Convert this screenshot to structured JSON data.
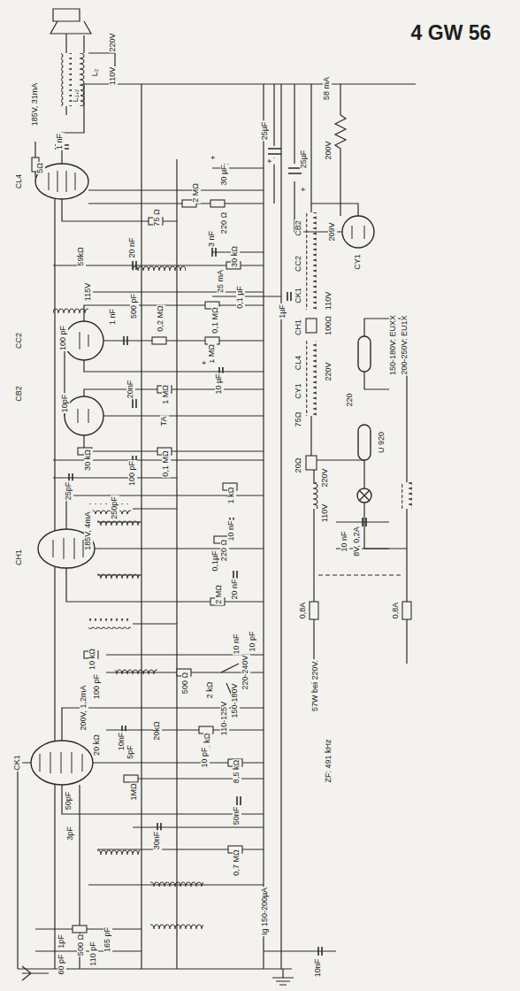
{
  "diagram": {
    "title": "4 GW 56",
    "labels": [
      "CL4",
      "185V, 31mA",
      "1 nF",
      "5Ω",
      "220V",
      "L₂",
      "110V",
      "L₁₊₂",
      "+",
      "30 µF",
      "2 MΩ",
      "220 Ω",
      "75 Ω",
      "3 nF",
      "59kΩ",
      "20 nF",
      "30 kΩ",
      "25 mA",
      "0,1 µF",
      "115V",
      "1 nF",
      "500 pF",
      "100 pF",
      "CC2",
      "0,2 MΩ",
      "0,1 MΩ",
      "1 MΩ",
      "+",
      "10 µF",
      "10pF",
      "CB2",
      "20nF",
      "1 MΩ",
      "TA",
      "30 kΩ",
      "100 pF",
      "0,1 MΩ",
      "25pF",
      "1 kΩ",
      "250pF",
      "185V, 4mA",
      "10 nF",
      "CH1",
      "220 Ω",
      "0,1µF",
      "20 nF",
      "2 MΩ",
      "10 kΩ",
      "500 Ω",
      "220-240V",
      "150-180V",
      "110-125V",
      "10 nF",
      "10 pF",
      "200V, 1,2mA",
      "100 pF",
      "10nF",
      "5pF",
      "1 kΩ",
      "2 kΩ",
      "10 pF",
      "8,5 kΩ",
      "20 kΩ",
      "20kΩ",
      "1MΩ",
      "CK1",
      "50pF",
      "50nF",
      "30nF",
      "3pF",
      "0,7 MΩ",
      "Ig 150-200µA",
      "500 Ω",
      "110 pF",
      "165 pF",
      "1pF",
      "60 pF",
      "10nF",
      "25µF",
      "+",
      "25µF",
      "+",
      "58 mA",
      "200V",
      "209V",
      "CY1",
      "CB2",
      "CC2",
      "CK1",
      "CH1",
      "CL4",
      "CY1",
      "1µF",
      "100Ω",
      "110V",
      "220V",
      "220",
      "75Ω",
      "20Ω",
      "150-180V: EUXX",
      "200-250V: EU1X",
      "U 920",
      "8V, 0,2A",
      "110V",
      "220V",
      "10 nF",
      "0,8A",
      "0,8A",
      "57W bei 220V.",
      "ZF: 491 kHz"
    ]
  }
}
